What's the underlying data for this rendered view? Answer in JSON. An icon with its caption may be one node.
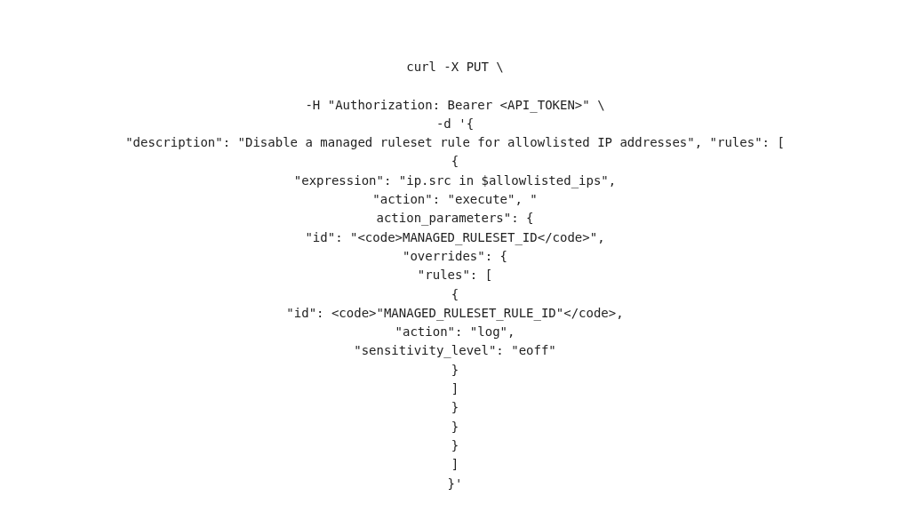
{
  "diagram": {
    "labels": [
      "curl -X PUT \\",
      "-H \"Authorization: Bearer <API_TOKEN>\" \\",
      "-d '{",
      "\"description\": \"Disable a managed ruleset rule for allowlisted IP addresses\", \"rules\": [",
      "{",
      "\"expression\": \"ip.src in $allowlisted_ips\",",
      "\"action\": \"execute\", \"",
      "action_parameters\": {",
      "\"id\": \"<code>MANAGED_RULESET_ID</code>\",",
      "\"overrides\": {",
      "\"rules\": [",
      "{",
      "\"id\": <code>\"MANAGED_RULESET_RULE_ID\"</code>,",
      "\"action\": \"log\",",
      "\"sensitivity_level\": \"eoff\"",
      "}",
      "]",
      "}",
      "}",
      "}",
      "]",
      "}'"
    ]
  }
}
